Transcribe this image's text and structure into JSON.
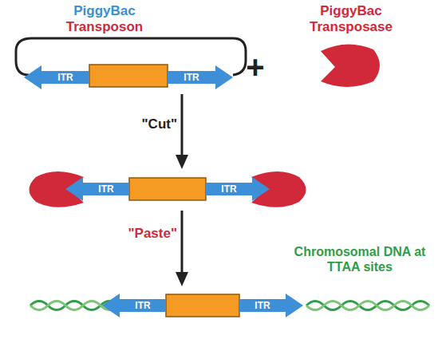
{
  "diagram": {
    "nodes": [
      {
        "text": [
          "PiggyBac",
          "Transposon"
        ]
      },
      {
        "text": [
          "ITR"
        ],
        "in": 0
      },
      {
        "text": [
          "ITR"
        ],
        "in": 0
      },
      {
        "text": [
          "PiggyBac",
          "Transposase"
        ]
      },
      {
        "text": [
          "ITR"
        ]
      },
      {
        "text": [
          "ITR"
        ]
      },
      {
        "text": [
          "ITR"
        ]
      },
      {
        "text": [
          "ITR"
        ]
      }
    ],
    "labels": [
      "+",
      "\"Cut\"",
      "\"Paste\"",
      "Chromosomal DNA at TTAA sites"
    ]
  }
}
